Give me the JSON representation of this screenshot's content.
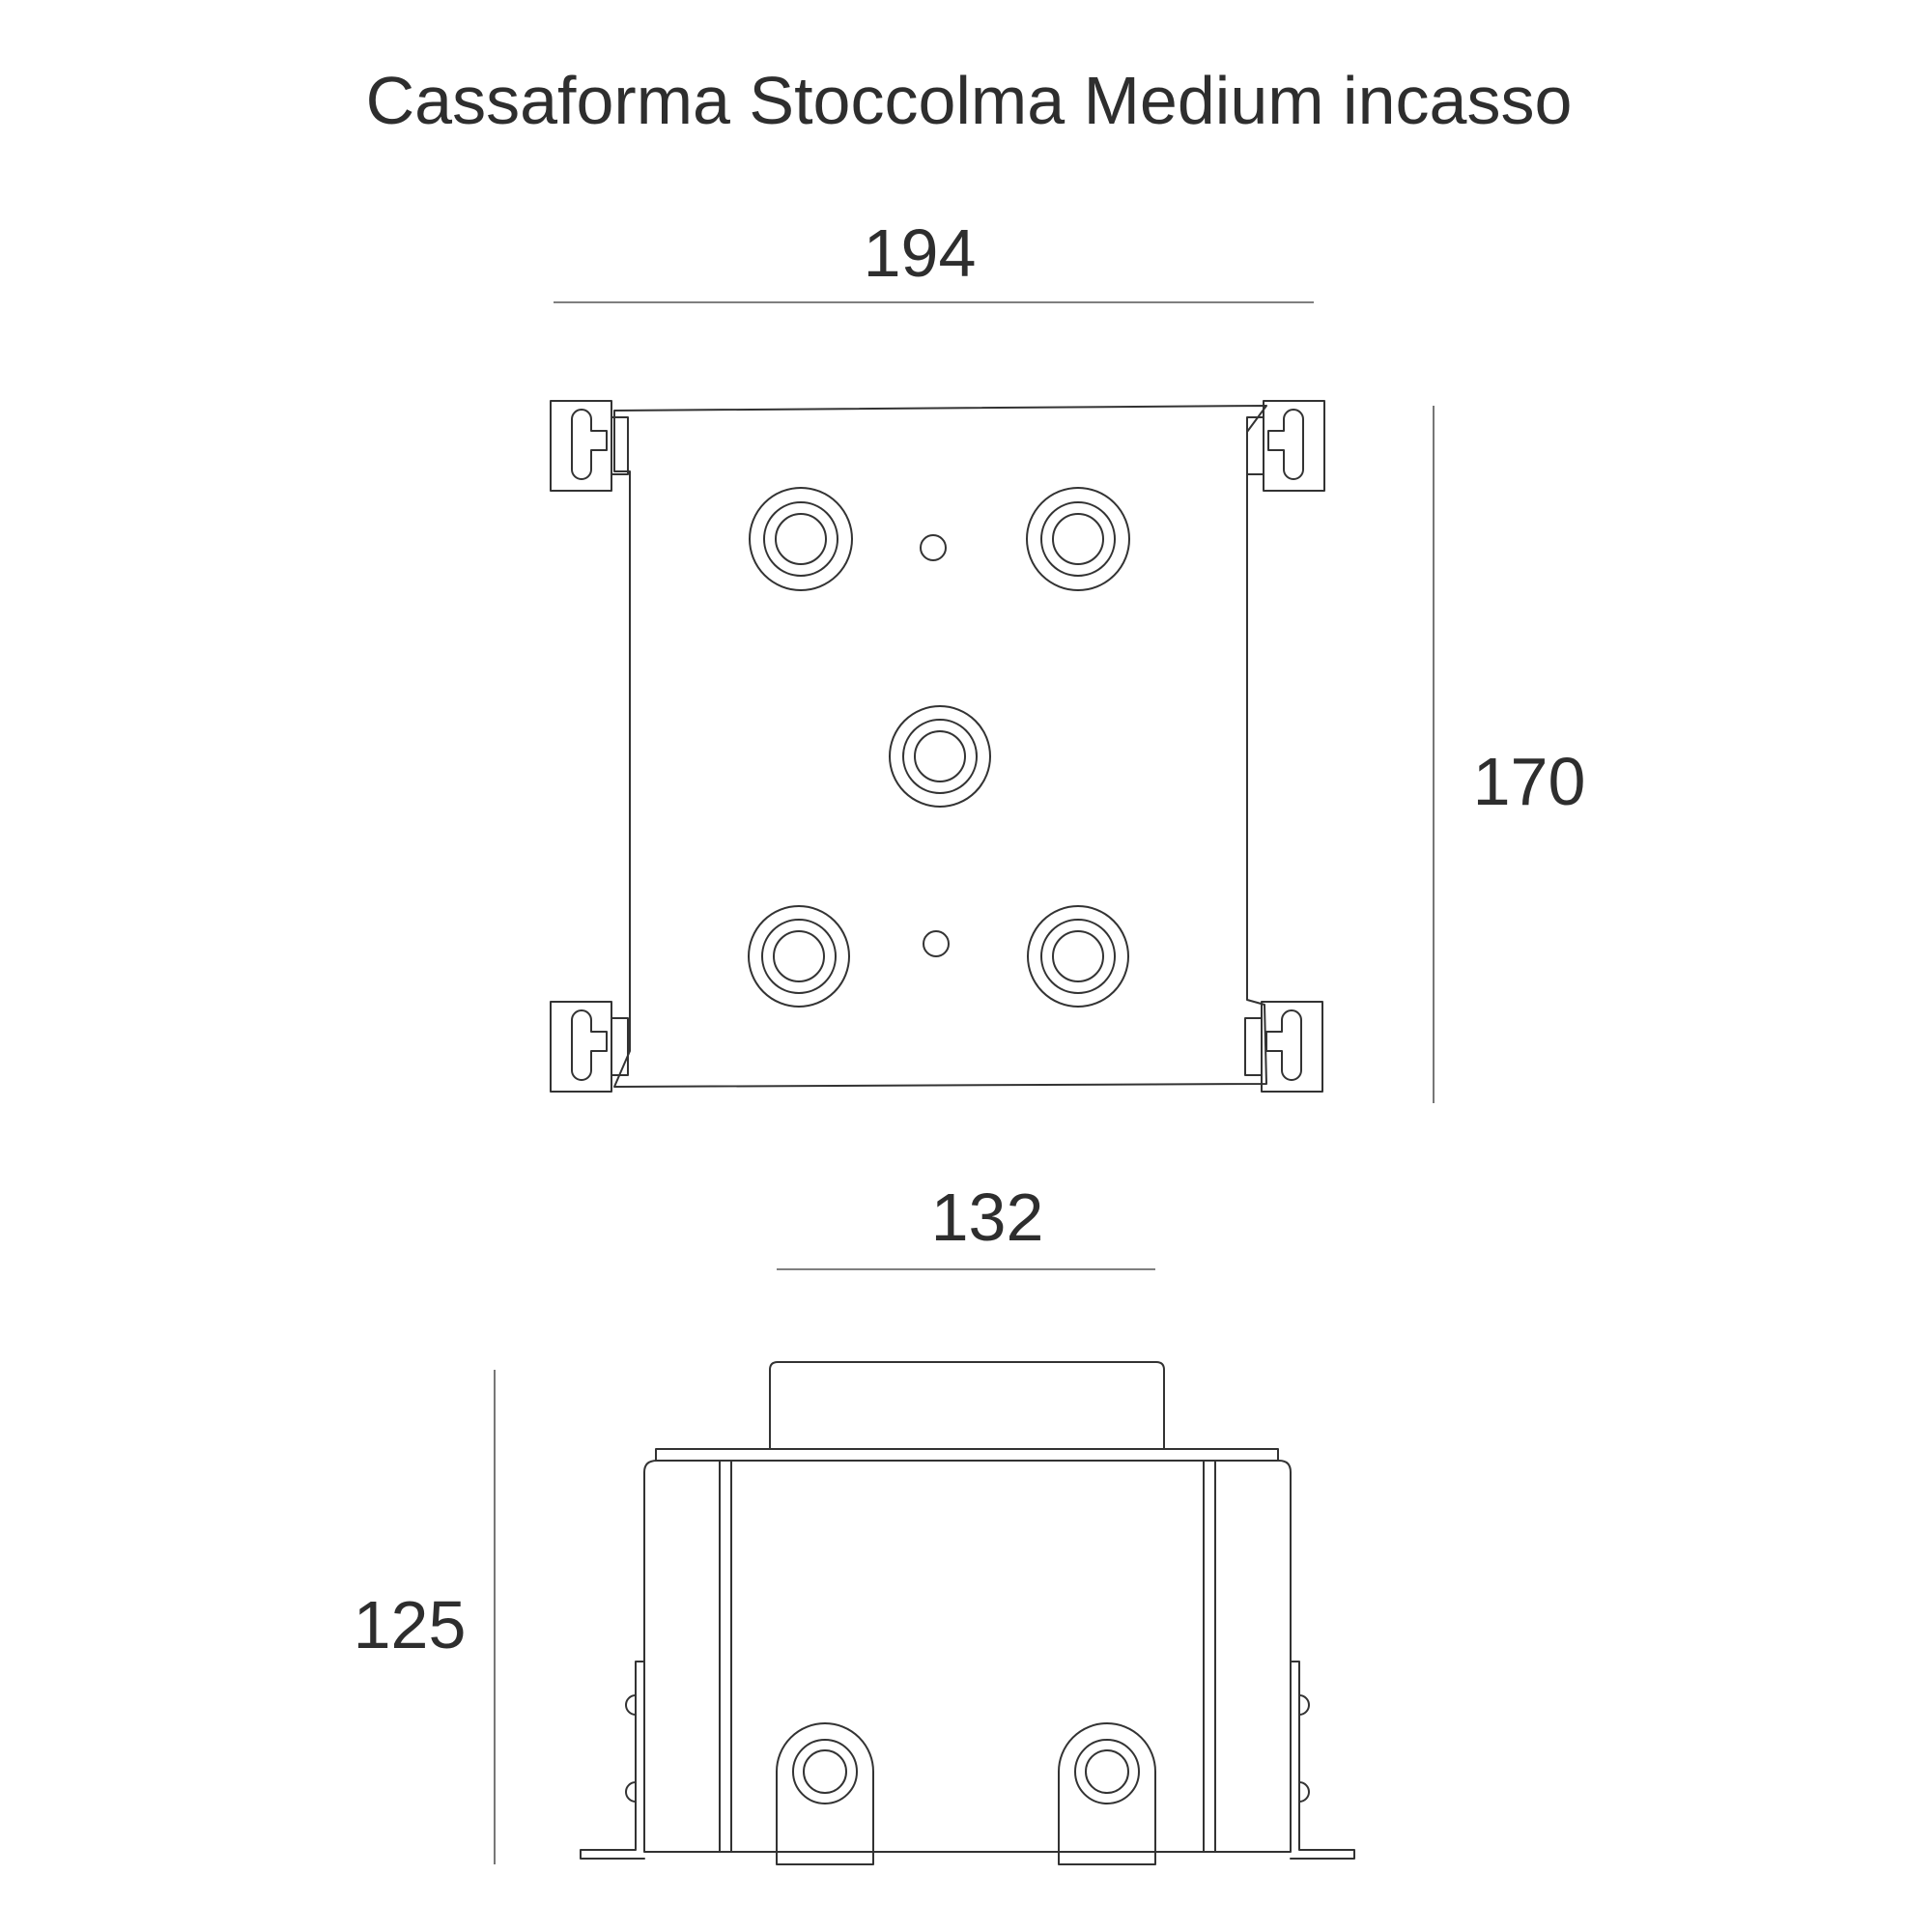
{
  "title": "Cassaforma Stoccolma Medium incasso",
  "top_view": {
    "width_label": "194",
    "height_label": "170"
  },
  "side_view": {
    "width_label": "132",
    "height_label": "125"
  },
  "colors": {
    "line": "#333333",
    "text": "#2e2e2e",
    "background": "#ffffff"
  }
}
